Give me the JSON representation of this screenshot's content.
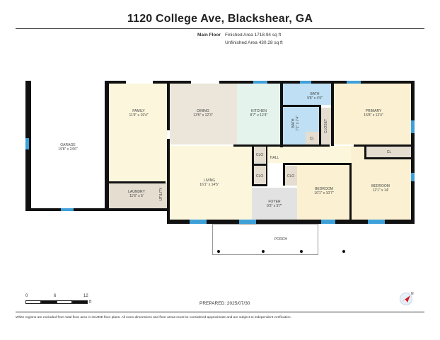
{
  "header": {
    "title": "1120 College Ave, Blackshear, GA",
    "floor_name": "Main Floor",
    "finished_area": "Finished Area 1718.94 sq ft",
    "unfinished_area": "Unfinished Area 430.28 sq ft"
  },
  "rooms": {
    "garage": {
      "name": "GARAGE",
      "dims": "19'8\" x 24'6\"",
      "color": "#ffffff"
    },
    "family": {
      "name": "FAMILY",
      "dims": "11'9\" x 19'4\"",
      "color": "#fbf6dc"
    },
    "laundry": {
      "name": "LAUNDRY",
      "dims": "11'6\" x 5'",
      "color": "#e4ddd0"
    },
    "utility": {
      "name": "UTILITY",
      "color": "#e4ddd0"
    },
    "dining": {
      "name": "DINING",
      "dims": "13'5\" x 12'3\"",
      "color": "#ece6da"
    },
    "kitchen": {
      "name": "KITCHEN",
      "dims": "8'7\" x 12'4\"",
      "color": "#e4f3ec"
    },
    "bath1": {
      "name": "BATH",
      "dims": "9'8\" x 4'5\"",
      "color": "#bfe0f4"
    },
    "bath2": {
      "name": "BATH",
      "dims": "7'2\" x 7'4\"",
      "color": "#bfe0f4"
    },
    "closet": {
      "name": "CLOSET",
      "color": "#e4ddd0"
    },
    "cl_bath": {
      "name": "CL",
      "color": "#e4ddd0"
    },
    "primary": {
      "name": "PRIMARY",
      "dims": "15'8\" x 12'4\"",
      "color": "#fbf1d2"
    },
    "cl_bed": {
      "name": "CL",
      "color": "#e4ddd0"
    },
    "living": {
      "name": "LIVING",
      "dims": "16'1\" x 14'5\"",
      "color": "#fbf6dc"
    },
    "hall": {
      "name": "HALL",
      "color": "#fbf6dc"
    },
    "clo1": {
      "name": "CLO",
      "color": "#e4ddd0"
    },
    "clo2": {
      "name": "CLO",
      "color": "#e4ddd0"
    },
    "clo3": {
      "name": "CLO",
      "color": "#e4ddd0"
    },
    "foyer": {
      "name": "FOYER",
      "dims": "9'3\" x 5'7\"",
      "color": "#e2e2e2"
    },
    "bedroom1": {
      "name": "BEDROOM",
      "dims": "10'1\" x 10'7\"",
      "color": "#fbf1d2"
    },
    "bedroom2": {
      "name": "BEDROOM",
      "dims": "12'1\" x 14'",
      "color": "#fbf1d2"
    },
    "porch": {
      "name": "PORCH",
      "color": "#ffffff"
    }
  },
  "scale": {
    "ticks": [
      "0",
      "6",
      "12"
    ],
    "unit": "ft"
  },
  "footer": {
    "prepared": "PREPARED: 2025/07/30",
    "disclaimer": "White regions are excluded from total floor area in iGUIDE floor plans. All room dimensions and floor areas must be considered approximate and are subject to independent verification."
  },
  "colors": {
    "wall": "#111111",
    "window": "#3ea0d8",
    "compass_arrow": "#d0202a"
  }
}
